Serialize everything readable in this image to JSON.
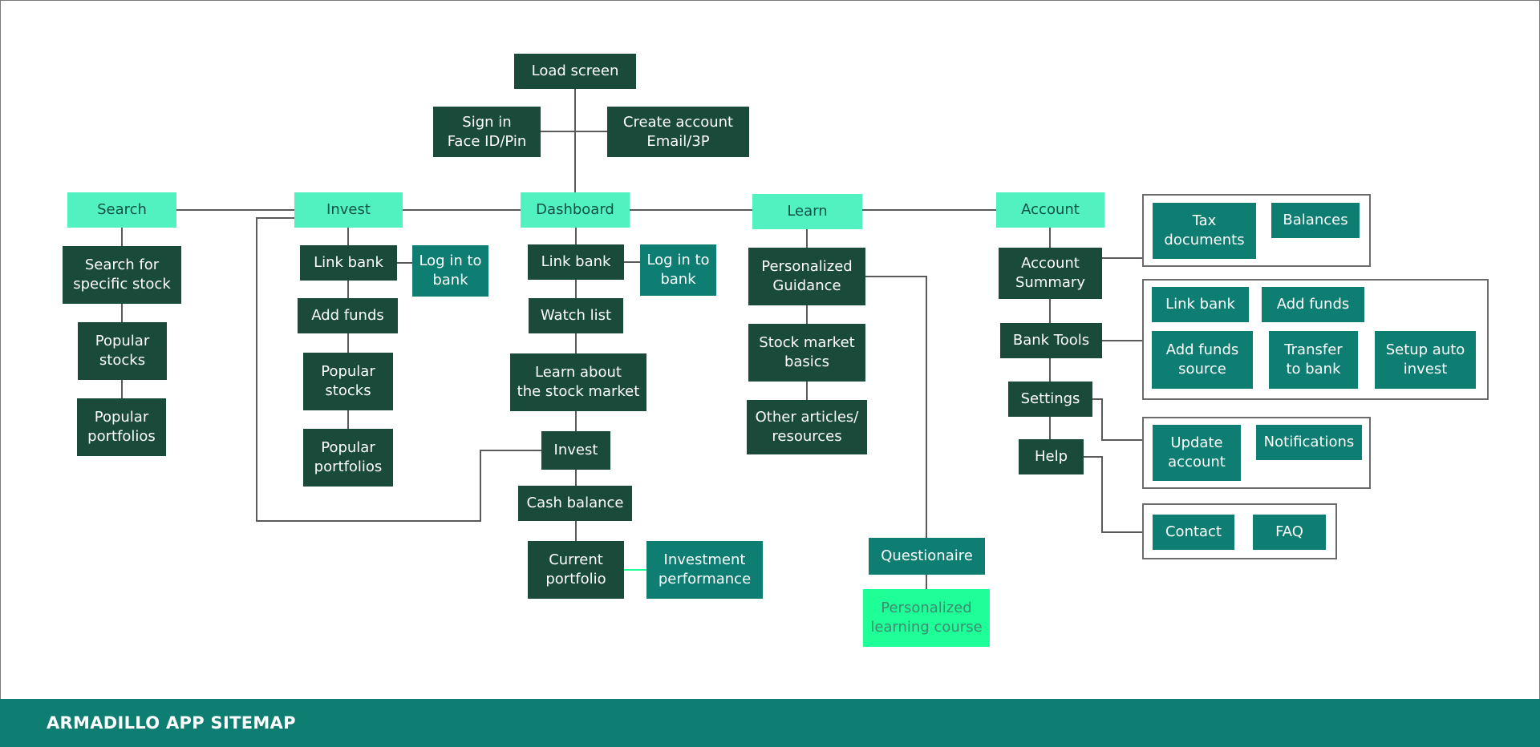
{
  "title": "ARMADILLO APP SITEMAP",
  "colors": {
    "dark": "#1a4a3a",
    "teal": "#0e7d72",
    "mint": "#52f2c0",
    "bright_green": "#1eff98",
    "connector": "#5a5a5a",
    "footer": "#0e7d72"
  },
  "nodes": {
    "load_screen": "Load screen",
    "sign_in": "Sign in\nFace ID/Pin",
    "create_account": "Create account\nEmail/3P",
    "search": "Search",
    "invest": "Invest",
    "dashboard": "Dashboard",
    "learn": "Learn",
    "account": "Account",
    "search_specific": "Search for\nspecific stock",
    "search_popular_stocks": "Popular\nstocks",
    "search_popular_portfolios": "Popular\nportfolios",
    "invest_link_bank": "Link bank",
    "invest_login_bank": "Log in to\nbank",
    "invest_add_funds": "Add funds",
    "invest_popular_stocks": "Popular\nstocks",
    "invest_popular_portfolios": "Popular\nportfolios",
    "dash_link_bank": "Link bank",
    "dash_login_bank": "Log in to\nbank",
    "dash_watch_list": "Watch list",
    "dash_learn_about": "Learn about\nthe stock market",
    "dash_invest": "Invest",
    "dash_cash_balance": "Cash balance",
    "dash_current_portfolio": "Current\nportfolio",
    "dash_investment_performance": "Investment\nperformance",
    "learn_personalized_guidance": "Personalized\nGuidance",
    "learn_stock_basics": "Stock market\nbasics",
    "learn_other_articles": "Other articles/\nresources",
    "learn_questionaire": "Questionaire",
    "learn_personalized_course": "Personalized\nlearning course",
    "acct_summary": "Account\nSummary",
    "acct_bank_tools": "Bank Tools",
    "acct_settings": "Settings",
    "acct_help": "Help",
    "acct_tax_documents": "Tax\ndocuments",
    "acct_balances": "Balances",
    "acct_link_bank": "Link bank",
    "acct_add_funds": "Add funds",
    "acct_add_funds_source": "Add funds\nsource",
    "acct_transfer_to_bank": "Transfer\nto bank",
    "acct_setup_auto_invest": "Setup auto\ninvest",
    "acct_update_account": "Update\naccount",
    "acct_notifications": "Notifications",
    "acct_contact": "Contact",
    "acct_faq": "FAQ"
  }
}
